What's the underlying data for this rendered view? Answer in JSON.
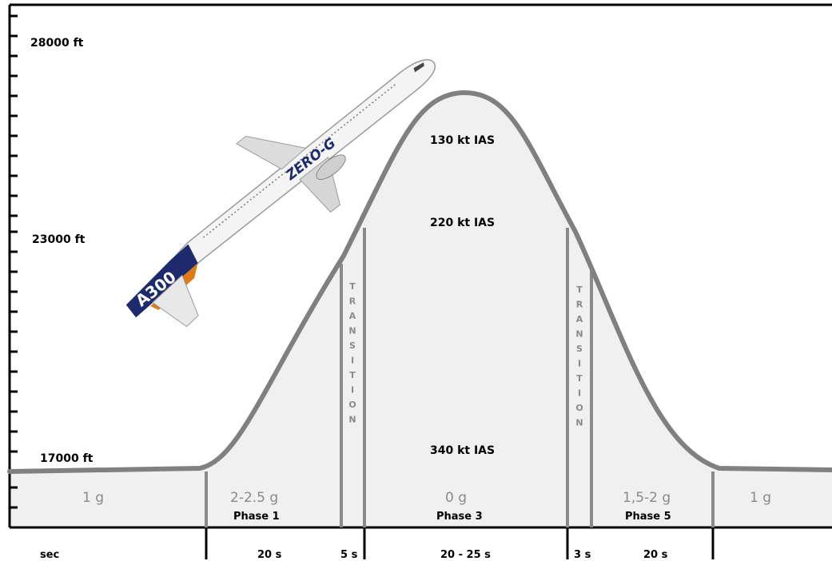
{
  "altitude_labels": {
    "top": "28000 ft",
    "mid": "23000 ft",
    "low": "17000 ft"
  },
  "speed_labels": {
    "s130": "130 kt IAS",
    "s220": "220 kt IAS",
    "s340": "340 kt IAS"
  },
  "g_loads": {
    "p0": "1 g",
    "p1": "2-2.5 g",
    "p3": "0 g",
    "p5": "1,5-2 g",
    "p6": "1 g"
  },
  "phases": {
    "p1": "Phase 1",
    "p3": "Phase 3",
    "p5": "Phase 5"
  },
  "transition_letters": [
    "T",
    "R",
    "A",
    "N",
    "S",
    "I",
    "T",
    "I",
    "O",
    "N"
  ],
  "time_row": {
    "unit": "sec",
    "t1": "20 s",
    "t2": "5 s",
    "t3": "20 - 25 s",
    "t4": "3 s",
    "t5": "20 s"
  },
  "aircraft": {
    "tail_text": "A300",
    "body_text": "ZERO-G"
  },
  "colors": {
    "curve": "#808080",
    "fill": "#f0f0f0",
    "axis": "#000000",
    "tail": "#1e2a6e",
    "text_grey": "#8a8a8a"
  }
}
